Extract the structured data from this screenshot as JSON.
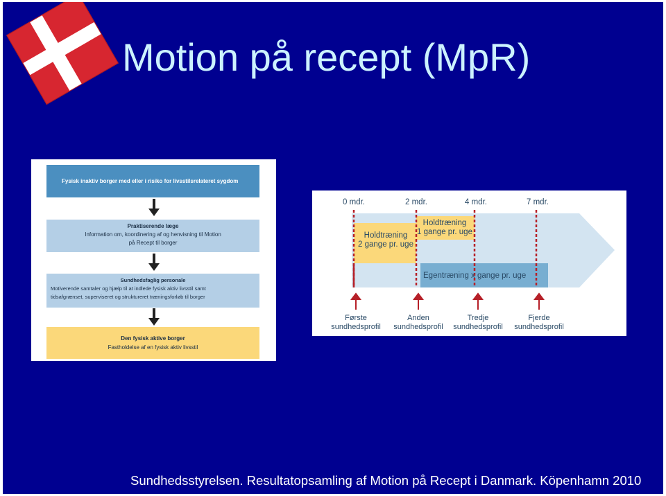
{
  "title": "Motion på recept (MpR)",
  "footer": "Sundhedsstyrelsen. Resultatopsamling af Motion på Recept i Danmark. Köpenhamn 2010",
  "flowchart": {
    "box1": "Fysisk inaktiv borger med eller i risiko for livsstilsrelateret sygdom",
    "box2": {
      "title": "Praktiserende læge",
      "line1": "Information om, koordinering af og henvisning til Motion",
      "line2": "på Recept til borger"
    },
    "box3": {
      "title": "Sundhedsfaglig personale",
      "line1": "Motiverende samtaler og hjælp til at indlede fysisk aktiv livsstil samt",
      "line2": "tidsafgrænset, superviseret og struktureret træningsforløb til borger"
    },
    "box4": {
      "title": "Den fysisk aktive borger",
      "line1": "Fastholdelse af en fysisk aktiv livsstil"
    }
  },
  "timeline": {
    "months": [
      "0 mdr.",
      "2 mdr.",
      "4 mdr.",
      "7 mdr."
    ],
    "hold1": {
      "line1": "Holdtræning",
      "line2": "2 gange pr. uge"
    },
    "hold2": {
      "line1": "Holdtræning",
      "line2": "1 gange pr. uge"
    },
    "egen": "Egentræning x gange pr. uge",
    "profiles": [
      {
        "line1": "Første",
        "line2": "sundhedsprofil"
      },
      {
        "line1": "Anden",
        "line2": "sundhedsprofil"
      },
      {
        "line1": "Tredje",
        "line2": "sundhedsprofil"
      },
      {
        "line1": "Fjerde",
        "line2": "sundhedsprofil"
      }
    ]
  },
  "colors": {
    "background": "#000090",
    "title": "#ccf2ff",
    "accent": "#c0282d"
  }
}
